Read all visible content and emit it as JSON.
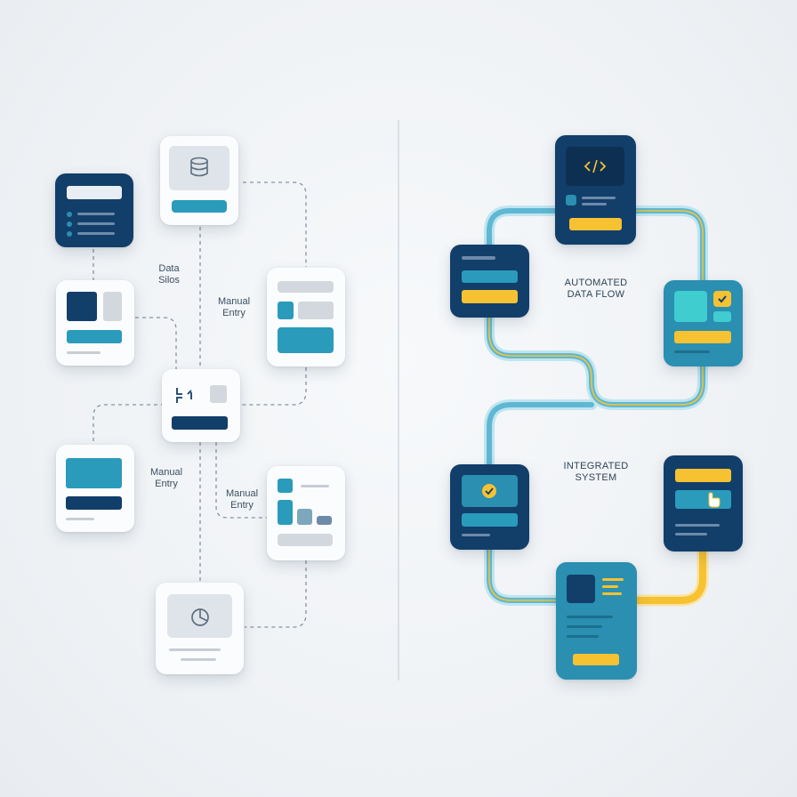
{
  "left_panel": {
    "labels": {
      "data_silos": [
        "Data",
        "Silos"
      ],
      "manual_entry_top": [
        "Manual",
        "Entry"
      ],
      "manual_entry_left": [
        "Manual",
        "Entry"
      ],
      "manual_entry_right": [
        "Manual",
        "Entry"
      ]
    },
    "icons": {
      "database": "database-icon",
      "merge": "merge-arrows-icon",
      "pie": "pie-chart-icon"
    }
  },
  "right_panel": {
    "labels": {
      "automated": [
        "AUTOMATED",
        "DATA FLOW"
      ],
      "integrated": [
        "INTEGRATED",
        "SYSTEM"
      ]
    },
    "icons": {
      "code": "code-icon",
      "check_a": "check-icon",
      "check_b": "check-icon",
      "cursor": "hand-cursor-icon"
    }
  },
  "colors": {
    "navy": "#123e6a",
    "teal": "#2a8fb0",
    "yellow": "#f6c232",
    "pipe": "#8fd0e4",
    "gray_line": "#8593a3"
  }
}
